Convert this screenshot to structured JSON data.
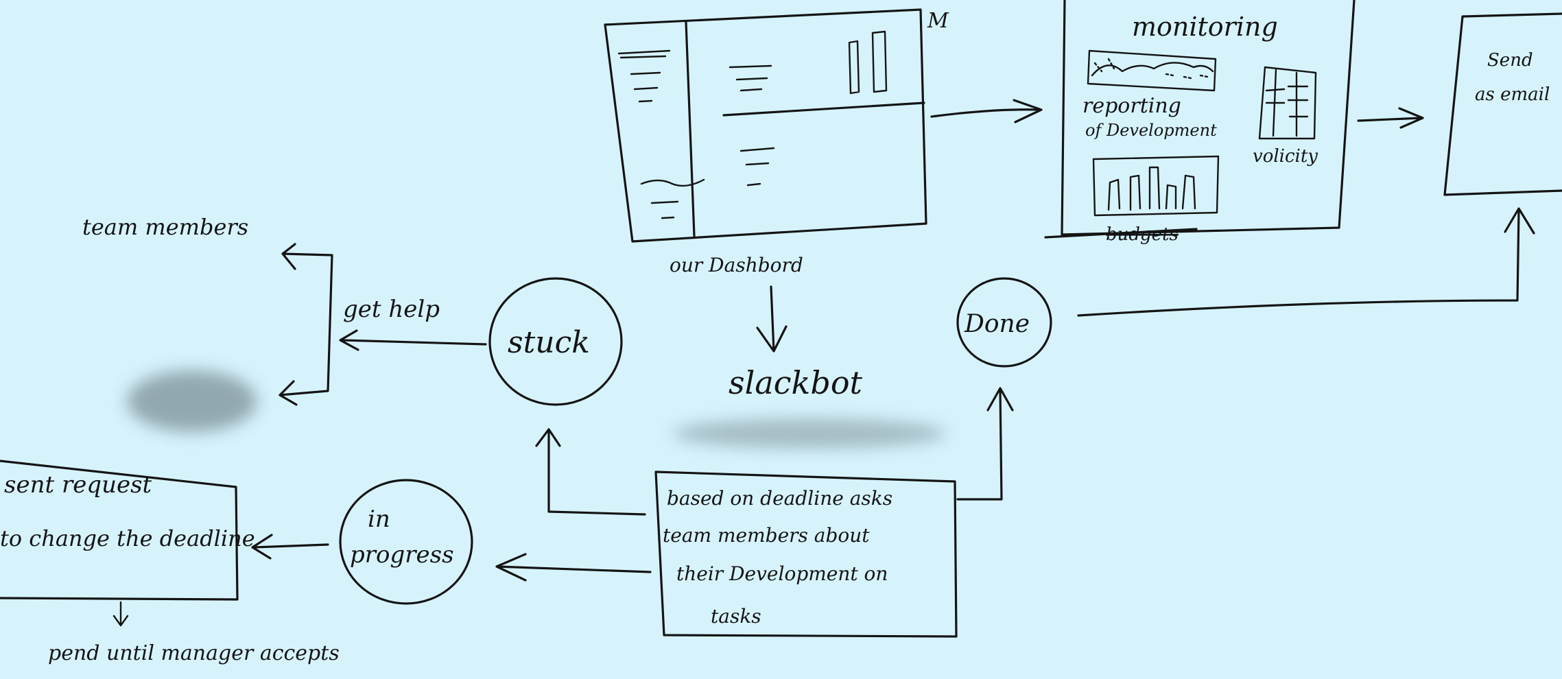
{
  "colors": {
    "background": "#d6f3fc",
    "ink": "#141414",
    "blur": "#7c8f98"
  },
  "nodes": {
    "dashboard_mark": "M",
    "dashboard_label": "our Dashbord",
    "monitoring_title": "monitoring",
    "reporting_line1": "reporting",
    "reporting_line2": "of Development",
    "velocity_label": "volicity",
    "budget_label": "budgets",
    "send_email_line1": "Send",
    "send_email_line2": "as email",
    "team_members": "team members",
    "get_help": "get help",
    "stuck": "stuck",
    "slackbot": "slackbot",
    "done": "Done",
    "in_progress_line1": "in",
    "in_progress_line2": "progress",
    "request_line1": "sent request",
    "request_line2": "to change the deadline",
    "pend_text": "pend until manager accepts",
    "slackbot_desc_line1": "based on deadline asks",
    "slackbot_desc_line2": "team members about",
    "slackbot_desc_line3": "their Development on",
    "slackbot_desc_line4": "tasks"
  }
}
